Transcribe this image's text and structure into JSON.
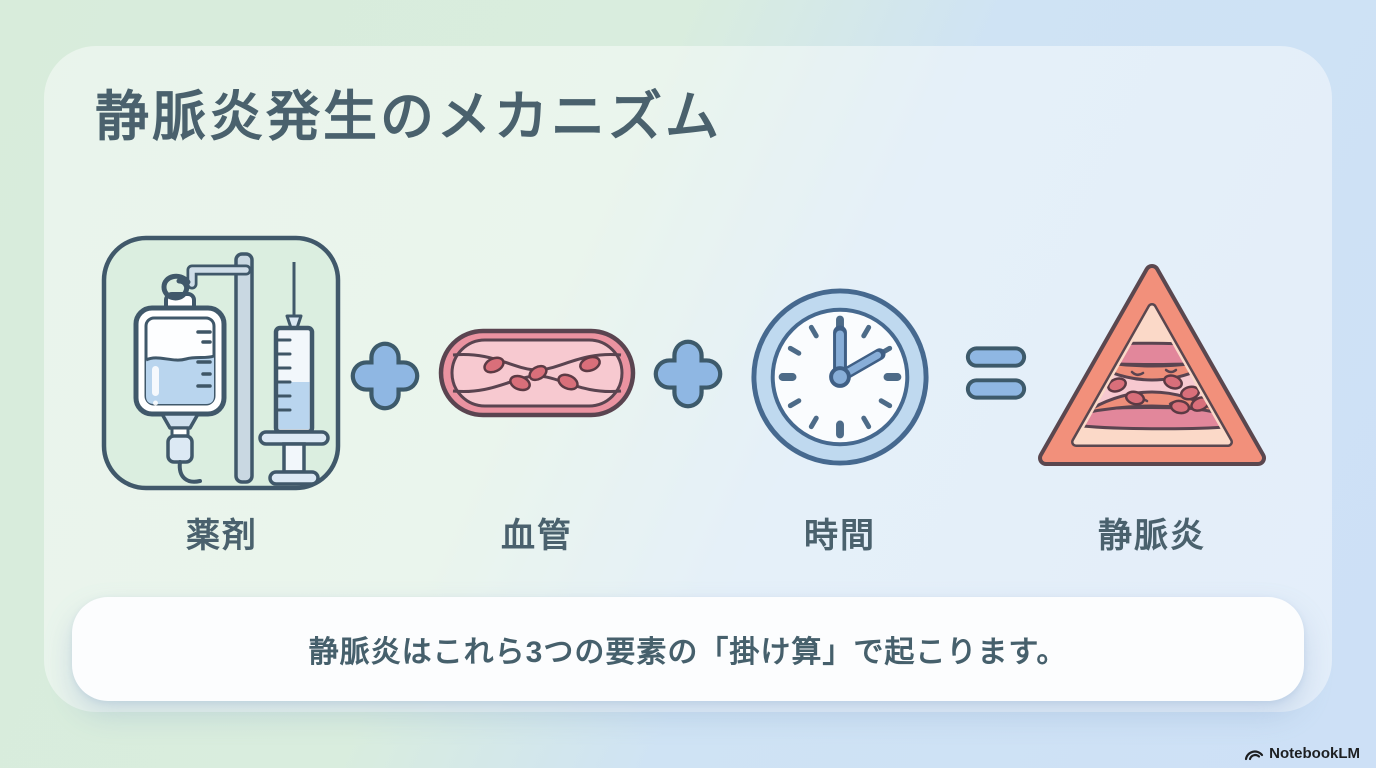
{
  "header": {
    "title": "静脈炎発生のメカニズム"
  },
  "equation": {
    "items": [
      {
        "label": "薬剤",
        "icon": "iv-drip-and-syringe-icon"
      },
      {
        "label": "血管",
        "icon": "constricted-blood-vessel-icon"
      },
      {
        "label": "時間",
        "icon": "clock-icon",
        "time_shown": "2:00"
      },
      {
        "label": "静脈炎",
        "icon": "phlebitis-warning-triangle-icon"
      }
    ],
    "operators": [
      "+",
      "+",
      "="
    ]
  },
  "footer": {
    "note": "静脈炎はこれら3つの要素の「掛け算」で起こります。"
  },
  "branding": {
    "watermark": "NotebookLM"
  },
  "colors": {
    "text": "#4a616d",
    "icon_outline": "#40586a",
    "accent_blue_fill": "#8fb7e3",
    "accent_blue_outline": "#3d5a6b",
    "medication_box_green": "#dbeee0",
    "iv_liquid_blue": "#b9d5ee",
    "vessel_wall_pink": "#eb93a1",
    "vessel_lumen_pink": "#f7c9d0",
    "blood_cell_red": "#d96f7a",
    "alert_coral": "#f2907b",
    "alert_inner_peach": "#fbd9c8",
    "inflamed_tissue": "#ee8e7a",
    "background_green": "#d8ecdb",
    "background_blue": "#cde0f6",
    "banner_white": "#fcfdfe"
  }
}
